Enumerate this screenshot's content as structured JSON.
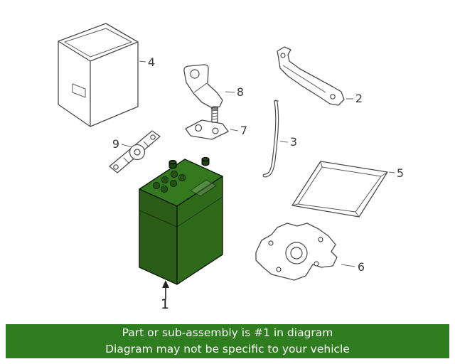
{
  "diagram": {
    "callouts": [
      "1",
      "2",
      "3",
      "4",
      "5",
      "6",
      "7",
      "8",
      "9"
    ]
  },
  "colors": {
    "battery_top": "#35791f",
    "battery_left": "#2a5c17",
    "battery_right": "#2f6a1b",
    "cap": "#245113",
    "terminal": "#1d4210"
  },
  "banner": {
    "bg_color": "#2e7d1f",
    "line1": "Part or sub-assembly is #1 in diagram",
    "line2": "Diagram may not be specific to your vehicle"
  }
}
